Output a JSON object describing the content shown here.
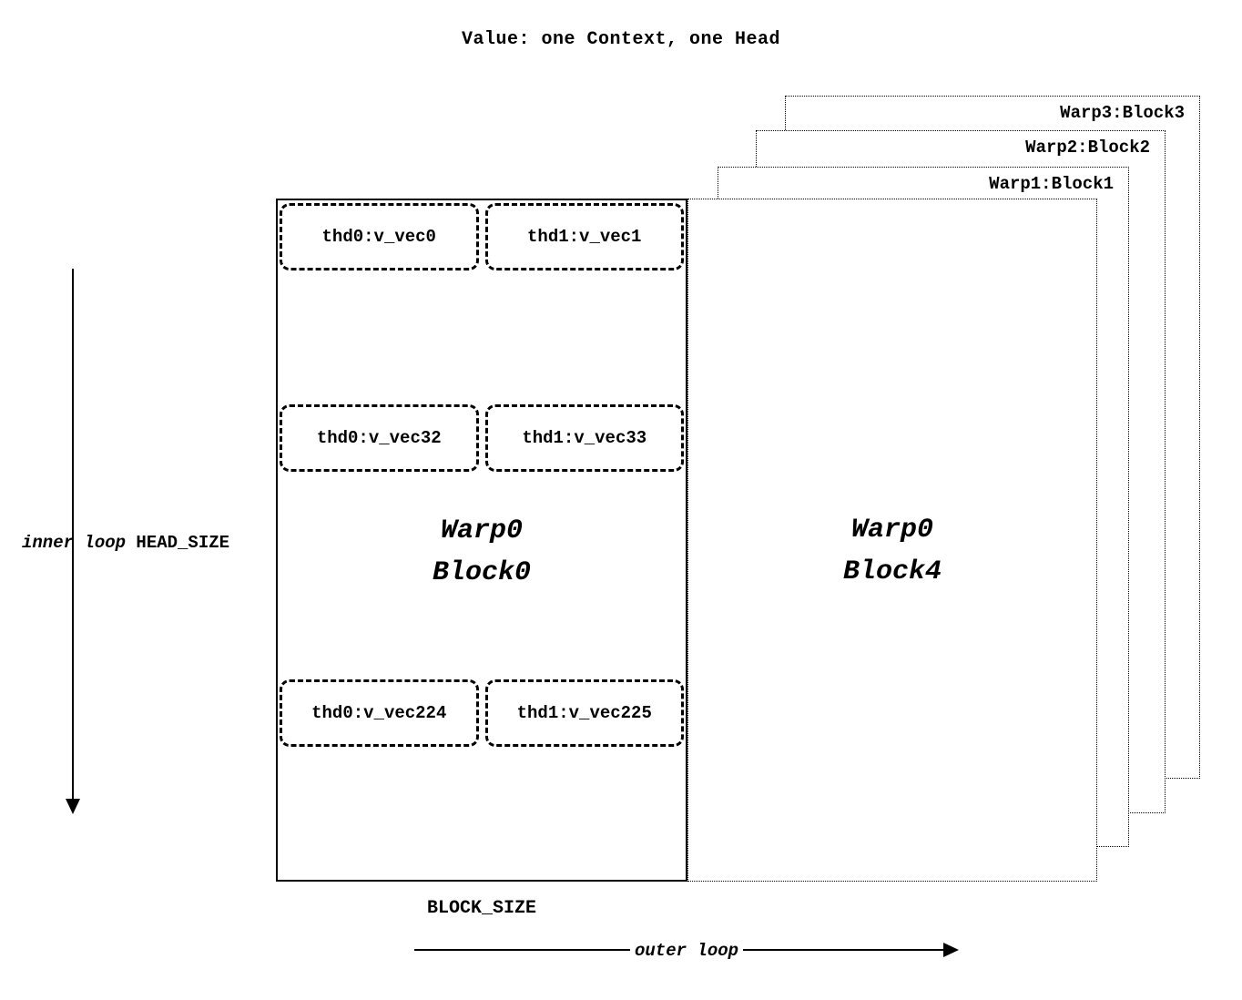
{
  "title": "Value: one Context, one Head",
  "back_blocks": [
    {
      "label": "Warp3:Block3"
    },
    {
      "label": "Warp2:Block2"
    },
    {
      "label": "Warp1:Block1"
    }
  ],
  "main_block": {
    "label_line1": "Warp0",
    "label_line2": "Block0",
    "rows": [
      {
        "cells": [
          "thd0:v_vec0",
          "thd1:v_vec1"
        ]
      },
      {
        "cells": [
          "thd0:v_vec32",
          "thd1:v_vec33"
        ]
      },
      {
        "cells": [
          "thd0:v_vec224",
          "thd1:v_vec225"
        ]
      }
    ]
  },
  "block4": {
    "label_line1": "Warp0",
    "label_line2": "Block4"
  },
  "axes": {
    "inner_loop_italic": "inner loop",
    "inner_loop_caps": "HEAD_SIZE",
    "block_size": "BLOCK_SIZE",
    "outer_loop": "outer loop"
  }
}
